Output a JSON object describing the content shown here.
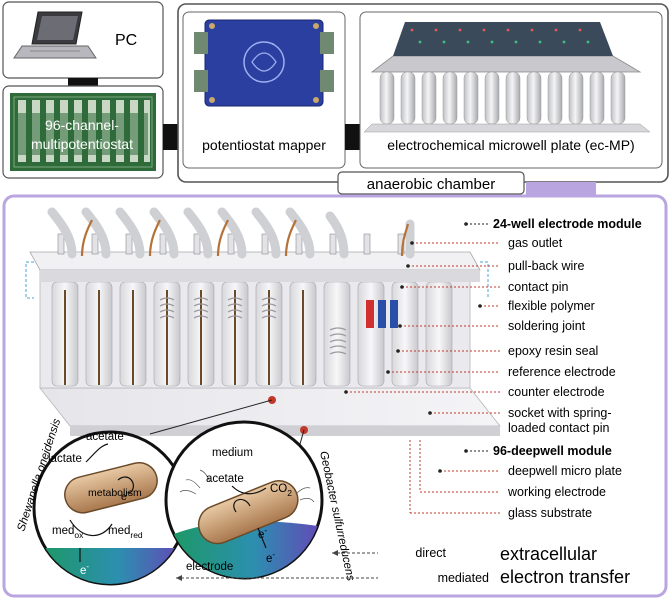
{
  "top": {
    "pc_label": "PC",
    "multipotentiostat_label_line1": "96-channel-",
    "multipotentiostat_label_line2": "multipotentiostat",
    "mapper_label": "potentiostat mapper",
    "ecmp_label": "electrochemical microwell plate (ec-MP)",
    "chamber_label": "anaerobic chamber"
  },
  "modules": {
    "electrode_module": "24-well electrode module",
    "deepwell_module": "96-deepwell module"
  },
  "callouts": [
    "gas outlet",
    "pull-back wire",
    "contact pin",
    "flexible polymer",
    "soldering joint",
    "epoxy resin seal",
    "reference electrode",
    "counter electrode",
    "socket with spring-",
    "loaded contact pin",
    "deepwell micro plate",
    "working electrode",
    "glass substrate"
  ],
  "shewanella": {
    "organism": "Shewanella oneidensis",
    "acetate": "acetate",
    "lactate": "lactate",
    "metabolism": "metabolism",
    "electron": "e",
    "electron_sup": "-",
    "med": "med",
    "ox": "ox",
    "red": "red",
    "e_bottom": "e",
    "e_bottom_sup": "-"
  },
  "geobacter": {
    "organism": "Geobacter sulfurreducens",
    "medium": "medium",
    "acetate": "acetate",
    "co2": "CO",
    "co2_sub": "2",
    "e1": "e",
    "e1_sup": "-",
    "e2": "e",
    "e2_sup": "-",
    "electrode": "electrode"
  },
  "legend": {
    "direct": "direct",
    "mediated": "mediated",
    "title_line1": "extracellular",
    "title_line2": "electron transfer"
  },
  "colors": {
    "chamber_accent": "#b9a6e0",
    "pcb_green": "#2f6b3a",
    "mapper_blue": "#2b3fa0",
    "leader_red": "#c0392b",
    "tube_gray": "#d9d9dc"
  }
}
